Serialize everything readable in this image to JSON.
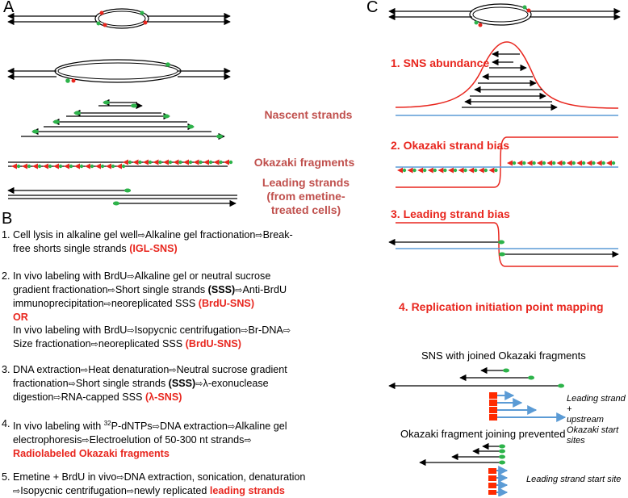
{
  "panels": {
    "a": "A",
    "b": "B",
    "c": "C"
  },
  "labels_a": {
    "nascent": "Nascent strands",
    "okazaki": "Okazaki fragments",
    "leading_1": "Leading strands",
    "leading_2": "(from emetine-",
    "leading_3": "treated cells)"
  },
  "headers_c": {
    "h1": "1. SNS abundance",
    "h2": "2. Okazaki strand bias",
    "h3": "3. Leading strand bias",
    "h4": "4. Replication initiation point mapping"
  },
  "mapping": {
    "sns_joined": "SNS with joined Okazaki fragments",
    "note1_a": "Leading strand +",
    "note1_b": "upstream",
    "note1_c": "Okazaki start",
    "note1_d": "sites",
    "prevented": "Okazaki fragment joining prevented",
    "note2": "Leading strand start site"
  },
  "steps": {
    "s1": {
      "num": "1.",
      "l1": "Cell lysis in alkaline gel well",
      "l2": "Alkaline gel fractionation",
      "l3": "Break-",
      "l4": "free shorts single strands ",
      "tag": "(IGL-SNS)"
    },
    "s2": {
      "num": "2.",
      "a1": "In vivo labeling  with BrdU",
      "a2": "Alkaline gel or neutral sucrose",
      "b1": "gradient fractionation",
      "b2": "Short single strands ",
      "b3": "(SSS)",
      "b4": "Anti-BrdU",
      "c1": "immunoprecipitation",
      "c2": "neoreplicated SSS ",
      "tag1": "(BrdU-SNS)",
      "or": "OR",
      "d1": "In vivo labeling  with BrdU",
      "d2": "Isopycnic centrifugation",
      "d3": "Br-DNA",
      "e1": "Size fractionation",
      "e2": "neoreplicated SSS ",
      "tag2": "(BrdU-SNS)"
    },
    "s3": {
      "num": "3.",
      "a1": "DNA extraction",
      "a2": "Heat denaturation",
      "a3": "Neutral sucrose gradient",
      "b1": "fractionation",
      "b2": "Short single strands ",
      "b3": "(SSS)",
      "b4": "λ-exonuclease",
      "c1": "digestion",
      "c2": "RNA-capped SSS ",
      "tag": "(λ-SNS)"
    },
    "s4": {
      "num": "4.",
      "a1": "In vivo labeling  with ",
      "sup": "32",
      "a2": "P-dNTPs",
      "a3": "DNA extraction",
      "a4": "Alkaline gel",
      "b1": "electrophoresis",
      "b2": "Electroelution of 50-300 nt strands",
      "tag": "Radiolabeled Okazaki fragments"
    },
    "s5": {
      "num": "5.",
      "a1": "Emetine + BrdU in vivo",
      "a2": "DNA extraction, sonication, denaturation",
      "b1": "Isopycnic centrifugation",
      "b2": "newly replicated ",
      "tag": "leading strands"
    }
  },
  "colors": {
    "red": "#e8261e",
    "label_red": "#c0504d",
    "green": "#2db34a",
    "blue": "#5b9bd5",
    "black": "#000000"
  }
}
